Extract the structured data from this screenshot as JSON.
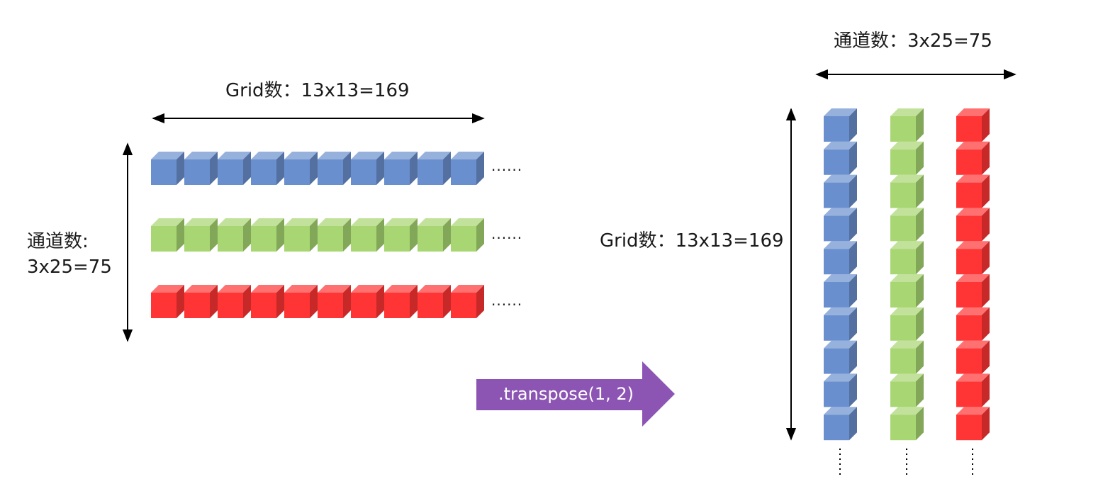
{
  "left": {
    "grid_label": "Grid数：13x13=169",
    "channel_label_line1": "通道数:",
    "channel_label_line2": "3x25=75",
    "ellipsis": "......"
  },
  "right": {
    "channel_label": "通道数：3x25=75",
    "grid_label": "Grid数：13x13=169"
  },
  "transform": {
    "label": ".transpose(1, 2)",
    "color": "#8c55b4"
  },
  "colors": {
    "blue": "#6a8fcf",
    "green": "#a8d672",
    "red": "#ff3434"
  }
}
